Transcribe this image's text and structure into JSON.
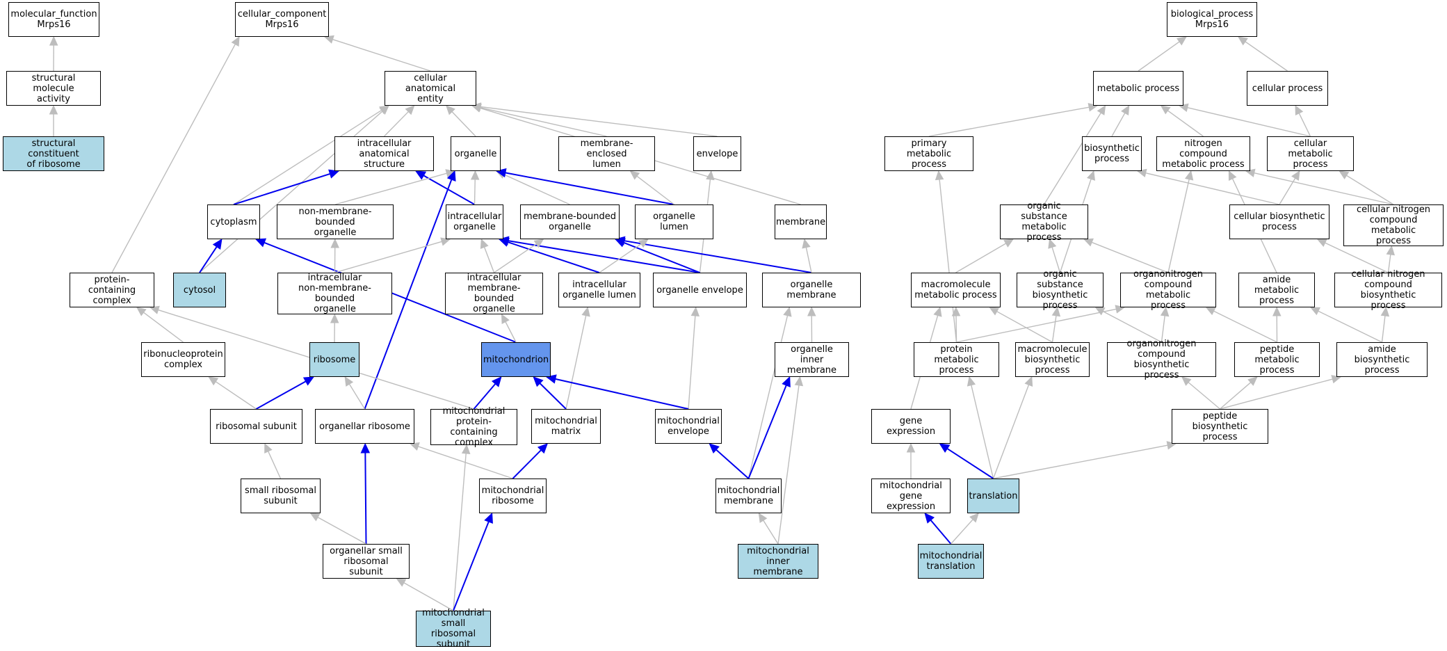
{
  "colors": {
    "highlight_edge": "#0000ee",
    "gray_edge": "#bdbdbd",
    "leaf_fill": "#add8e6",
    "focus_fill": "#6495ed",
    "default_fill": "#ffffff"
  },
  "nodes": {
    "mf": {
      "label": "molecular_function\nMrps16",
      "style": "default"
    },
    "sma": {
      "label": "structural molecule\nactivity",
      "style": "default"
    },
    "scr": {
      "label": "structural constituent\nof ribosome",
      "style": "leaf"
    },
    "cc": {
      "label": "cellular_component\nMrps16",
      "style": "default"
    },
    "cae": {
      "label": "cellular anatomical\nentity",
      "style": "default"
    },
    "ias": {
      "label": "intracellular\nanatomical structure",
      "style": "default"
    },
    "org": {
      "label": "organelle",
      "style": "default"
    },
    "mel": {
      "label": "membrane-enclosed\nlumen",
      "style": "default"
    },
    "env": {
      "label": "envelope",
      "style": "default"
    },
    "cyto": {
      "label": "cytoplasm",
      "style": "default"
    },
    "nmbo": {
      "label": "non-membrane-bounded\norganelle",
      "style": "default"
    },
    "io": {
      "label": "intracellular\norganelle",
      "style": "default"
    },
    "mbo": {
      "label": "membrane-bounded\norganelle",
      "style": "default"
    },
    "ol": {
      "label": "organelle lumen",
      "style": "default"
    },
    "mem": {
      "label": "membrane",
      "style": "default"
    },
    "pcc": {
      "label": "protein-containing\ncomplex",
      "style": "default"
    },
    "cytosol": {
      "label": "cytosol",
      "style": "leaf"
    },
    "inmbo": {
      "label": "intracellular\nnon-membrane-bounded\norganelle",
      "style": "default"
    },
    "imbo": {
      "label": "intracellular\nmembrane-bounded\norganelle",
      "style": "default"
    },
    "iol": {
      "label": "intracellular\norganelle lumen",
      "style": "default"
    },
    "oenv": {
      "label": "organelle envelope",
      "style": "default"
    },
    "omem": {
      "label": "organelle membrane",
      "style": "default"
    },
    "rnp": {
      "label": "ribonucleoprotein\ncomplex",
      "style": "default"
    },
    "ribo": {
      "label": "ribosome",
      "style": "leaf"
    },
    "mito": {
      "label": "mitochondrion",
      "style": "focus"
    },
    "oim": {
      "label": "organelle inner\nmembrane",
      "style": "default"
    },
    "rsu": {
      "label": "ribosomal subunit",
      "style": "default"
    },
    "oribo": {
      "label": "organellar ribosome",
      "style": "default"
    },
    "mpcc": {
      "label": "mitochondrial\nprotein-containing\ncomplex",
      "style": "default"
    },
    "mmat": {
      "label": "mitochondrial\nmatrix",
      "style": "default"
    },
    "menv": {
      "label": "mitochondrial\nenvelope",
      "style": "default"
    },
    "srsu": {
      "label": "small ribosomal\nsubunit",
      "style": "default"
    },
    "mribo": {
      "label": "mitochondrial\nribosome",
      "style": "default"
    },
    "mmem": {
      "label": "mitochondrial\nmembrane",
      "style": "default"
    },
    "osrsu": {
      "label": "organellar small\nribosomal subunit",
      "style": "default"
    },
    "mim": {
      "label": "mitochondrial\ninner membrane",
      "style": "leaf"
    },
    "msrsu": {
      "label": "mitochondrial\nsmall ribosomal\nsubunit",
      "style": "leaf"
    },
    "bp": {
      "label": "biological_process\nMrps16",
      "style": "default"
    },
    "mp": {
      "label": "metabolic process",
      "style": "default"
    },
    "cp": {
      "label": "cellular process",
      "style": "default"
    },
    "pmp": {
      "label": "primary metabolic\nprocess",
      "style": "default"
    },
    "bsp": {
      "label": "biosynthetic\nprocess",
      "style": "default"
    },
    "ncmp": {
      "label": "nitrogen compound\nmetabolic process",
      "style": "default"
    },
    "cmp": {
      "label": "cellular metabolic\nprocess",
      "style": "default"
    },
    "osmp": {
      "label": "organic substance\nmetabolic process",
      "style": "default"
    },
    "cbp": {
      "label": "cellular biosynthetic\nprocess",
      "style": "default"
    },
    "cncmp": {
      "label": "cellular nitrogen\ncompound metabolic\nprocess",
      "style": "default"
    },
    "mmp": {
      "label": "macromolecule\nmetabolic process",
      "style": "default"
    },
    "osbp": {
      "label": "organic substance\nbiosynthetic\nprocess",
      "style": "default"
    },
    "oncmp": {
      "label": "organonitrogen\ncompound metabolic\nprocess",
      "style": "default"
    },
    "amp": {
      "label": "amide metabolic\nprocess",
      "style": "default"
    },
    "cncbp": {
      "label": "cellular nitrogen\ncompound biosynthetic\nprocess",
      "style": "default"
    },
    "prmp": {
      "label": "protein metabolic\nprocess",
      "style": "default"
    },
    "mbp": {
      "label": "macromolecule\nbiosynthetic\nprocess",
      "style": "default"
    },
    "oncbp": {
      "label": "organonitrogen\ncompound biosynthetic\nprocess",
      "style": "default"
    },
    "pepmp": {
      "label": "peptide metabolic\nprocess",
      "style": "default"
    },
    "abp": {
      "label": "amide biosynthetic\nprocess",
      "style": "default"
    },
    "ge": {
      "label": "gene expression",
      "style": "default"
    },
    "pepbp": {
      "label": "peptide biosynthetic\nprocess",
      "style": "default"
    },
    "mge": {
      "label": "mitochondrial\ngene expression",
      "style": "default"
    },
    "trans": {
      "label": "translation",
      "style": "leaf"
    },
    "mtrans": {
      "label": "mitochondrial\ntranslation",
      "style": "leaf"
    }
  },
  "edges": [
    {
      "from": "sma",
      "to": "mf",
      "color": "gray"
    },
    {
      "from": "scr",
      "to": "sma",
      "color": "gray"
    },
    {
      "from": "cae",
      "to": "cc",
      "color": "gray"
    },
    {
      "from": "pcc",
      "to": "cc",
      "color": "gray"
    },
    {
      "from": "ias",
      "to": "cae",
      "color": "gray"
    },
    {
      "from": "org",
      "to": "cae",
      "color": "gray"
    },
    {
      "from": "mel",
      "to": "cae",
      "color": "gray"
    },
    {
      "from": "env",
      "to": "cae",
      "color": "gray"
    },
    {
      "from": "mem",
      "to": "cae",
      "color": "gray"
    },
    {
      "from": "cyto",
      "to": "cae",
      "color": "gray"
    },
    {
      "from": "cytosol",
      "to": "cae",
      "color": "gray"
    },
    {
      "from": "cyto",
      "to": "ias",
      "color": "blue"
    },
    {
      "from": "io",
      "to": "ias",
      "color": "blue"
    },
    {
      "from": "nmbo",
      "to": "org",
      "color": "gray"
    },
    {
      "from": "io",
      "to": "org",
      "color": "gray"
    },
    {
      "from": "mbo",
      "to": "org",
      "color": "gray"
    },
    {
      "from": "ol",
      "to": "org",
      "color": "blue"
    },
    {
      "from": "oribo",
      "to": "org",
      "color": "blue"
    },
    {
      "from": "ol",
      "to": "mel",
      "color": "gray"
    },
    {
      "from": "oenv",
      "to": "env",
      "color": "gray"
    },
    {
      "from": "cytosol",
      "to": "cyto",
      "color": "blue"
    },
    {
      "from": "mito",
      "to": "cyto",
      "color": "blue"
    },
    {
      "from": "inmbo",
      "to": "nmbo",
      "color": "gray"
    },
    {
      "from": "inmbo",
      "to": "io",
      "color": "gray"
    },
    {
      "from": "imbo",
      "to": "io",
      "color": "gray"
    },
    {
      "from": "iol",
      "to": "io",
      "color": "blue"
    },
    {
      "from": "oenv",
      "to": "io",
      "color": "blue"
    },
    {
      "from": "imbo",
      "to": "mbo",
      "color": "gray"
    },
    {
      "from": "oenv",
      "to": "mbo",
      "color": "blue"
    },
    {
      "from": "omem",
      "to": "mbo",
      "color": "blue"
    },
    {
      "from": "iol",
      "to": "ol",
      "color": "gray"
    },
    {
      "from": "omem",
      "to": "mem",
      "color": "gray"
    },
    {
      "from": "rnp",
      "to": "pcc",
      "color": "gray"
    },
    {
      "from": "mpcc",
      "to": "pcc",
      "color": "gray"
    },
    {
      "from": "ribo",
      "to": "inmbo",
      "color": "gray"
    },
    {
      "from": "mito",
      "to": "imbo",
      "color": "gray"
    },
    {
      "from": "mmat",
      "to": "iol",
      "color": "gray"
    },
    {
      "from": "menv",
      "to": "oenv",
      "color": "gray"
    },
    {
      "from": "oim",
      "to": "omem",
      "color": "gray"
    },
    {
      "from": "mmem",
      "to": "omem",
      "color": "gray"
    },
    {
      "from": "rsu",
      "to": "rnp",
      "color": "gray"
    },
    {
      "from": "rsu",
      "to": "ribo",
      "color": "blue"
    },
    {
      "from": "oribo",
      "to": "ribo",
      "color": "gray"
    },
    {
      "from": "mpcc",
      "to": "mito",
      "color": "blue"
    },
    {
      "from": "mmat",
      "to": "mito",
      "color": "blue"
    },
    {
      "from": "menv",
      "to": "mito",
      "color": "blue"
    },
    {
      "from": "mmem",
      "to": "oim",
      "color": "blue"
    },
    {
      "from": "mim",
      "to": "oim",
      "color": "gray"
    },
    {
      "from": "srsu",
      "to": "rsu",
      "color": "gray"
    },
    {
      "from": "osrsu",
      "to": "oribo",
      "color": "blue"
    },
    {
      "from": "mribo",
      "to": "oribo",
      "color": "gray"
    },
    {
      "from": "msrsu",
      "to": "mpcc",
      "color": "gray"
    },
    {
      "from": "mribo",
      "to": "mmat",
      "color": "blue"
    },
    {
      "from": "mmem",
      "to": "menv",
      "color": "blue"
    },
    {
      "from": "osrsu",
      "to": "srsu",
      "color": "gray"
    },
    {
      "from": "msrsu",
      "to": "mribo",
      "color": "blue"
    },
    {
      "from": "mim",
      "to": "mmem",
      "color": "gray"
    },
    {
      "from": "msrsu",
      "to": "osrsu",
      "color": "gray"
    },
    {
      "from": "mp",
      "to": "bp",
      "color": "gray"
    },
    {
      "from": "cp",
      "to": "bp",
      "color": "gray"
    },
    {
      "from": "pmp",
      "to": "mp",
      "color": "gray"
    },
    {
      "from": "bsp",
      "to": "mp",
      "color": "gray"
    },
    {
      "from": "ncmp",
      "to": "mp",
      "color": "gray"
    },
    {
      "from": "cmp",
      "to": "mp",
      "color": "gray"
    },
    {
      "from": "osmp",
      "to": "mp",
      "color": "gray"
    },
    {
      "from": "cmp",
      "to": "cp",
      "color": "gray"
    },
    {
      "from": "prmp",
      "to": "pmp",
      "color": "gray"
    },
    {
      "from": "cbp",
      "to": "bsp",
      "color": "gray"
    },
    {
      "from": "osbp",
      "to": "bsp",
      "color": "gray"
    },
    {
      "from": "oncmp",
      "to": "ncmp",
      "color": "gray"
    },
    {
      "from": "amp",
      "to": "ncmp",
      "color": "gray"
    },
    {
      "from": "cncmp",
      "to": "ncmp",
      "color": "gray"
    },
    {
      "from": "cbp",
      "to": "cmp",
      "color": "gray"
    },
    {
      "from": "cncmp",
      "to": "cmp",
      "color": "gray"
    },
    {
      "from": "mmp",
      "to": "osmp",
      "color": "gray"
    },
    {
      "from": "osbp",
      "to": "osmp",
      "color": "gray"
    },
    {
      "from": "oncmp",
      "to": "osmp",
      "color": "gray"
    },
    {
      "from": "cncbp",
      "to": "cbp",
      "color": "gray"
    },
    {
      "from": "cncbp",
      "to": "cncmp",
      "color": "gray"
    },
    {
      "from": "prmp",
      "to": "mmp",
      "color": "gray"
    },
    {
      "from": "mbp",
      "to": "mmp",
      "color": "gray"
    },
    {
      "from": "ge",
      "to": "mmp",
      "color": "gray"
    },
    {
      "from": "mbp",
      "to": "osbp",
      "color": "gray"
    },
    {
      "from": "oncbp",
      "to": "osbp",
      "color": "gray"
    },
    {
      "from": "prmp",
      "to": "oncmp",
      "color": "gray"
    },
    {
      "from": "oncbp",
      "to": "oncmp",
      "color": "gray"
    },
    {
      "from": "pepmp",
      "to": "oncmp",
      "color": "gray"
    },
    {
      "from": "pepmp",
      "to": "amp",
      "color": "gray"
    },
    {
      "from": "abp",
      "to": "amp",
      "color": "gray"
    },
    {
      "from": "abp",
      "to": "cncbp",
      "color": "gray"
    },
    {
      "from": "trans",
      "to": "prmp",
      "color": "gray"
    },
    {
      "from": "trans",
      "to": "mbp",
      "color": "gray"
    },
    {
      "from": "pepbp",
      "to": "oncbp",
      "color": "gray"
    },
    {
      "from": "pepbp",
      "to": "pepmp",
      "color": "gray"
    },
    {
      "from": "pepbp",
      "to": "abp",
      "color": "gray"
    },
    {
      "from": "mge",
      "to": "ge",
      "color": "gray"
    },
    {
      "from": "trans",
      "to": "ge",
      "color": "blue"
    },
    {
      "from": "trans",
      "to": "pepbp",
      "color": "gray"
    },
    {
      "from": "mtrans",
      "to": "mge",
      "color": "blue"
    },
    {
      "from": "mtrans",
      "to": "trans",
      "color": "gray"
    }
  ]
}
